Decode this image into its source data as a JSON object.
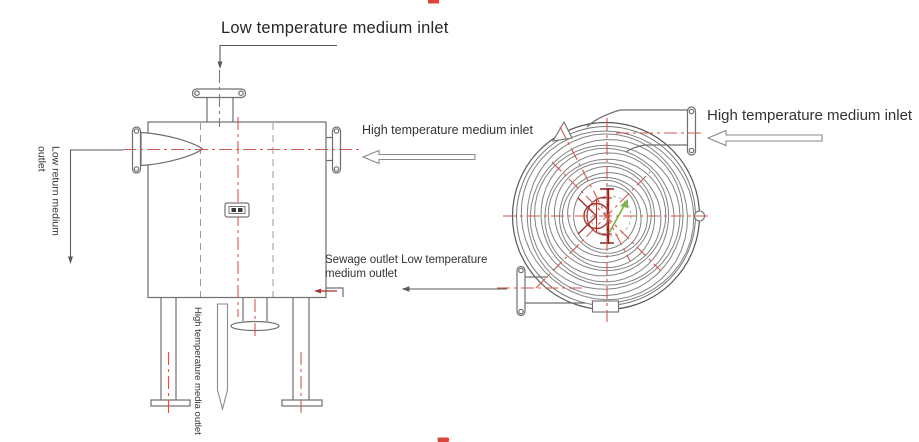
{
  "diagram": {
    "labels": {
      "low_temp_medium_inlet": "Low temperature medium inlet",
      "low_return_medium_outlet": "Low return medium outlet",
      "high_temp_medium_inlet_side": "High temperature medium inlet",
      "high_temp_medium_inlet_end": "High temperature medium inlet",
      "sewage_low_temp_outlet": "Sewage outlet Low temperature medium outlet",
      "high_temp_media_outlet": "High temperature media outlet"
    },
    "colors": {
      "centerline_red": "#cf5a50",
      "hub_dark_red": "#8f2420",
      "accent_red": "#d9453a",
      "direction_green": "#79b544",
      "drawing_grey": "#6f6f6f"
    }
  }
}
